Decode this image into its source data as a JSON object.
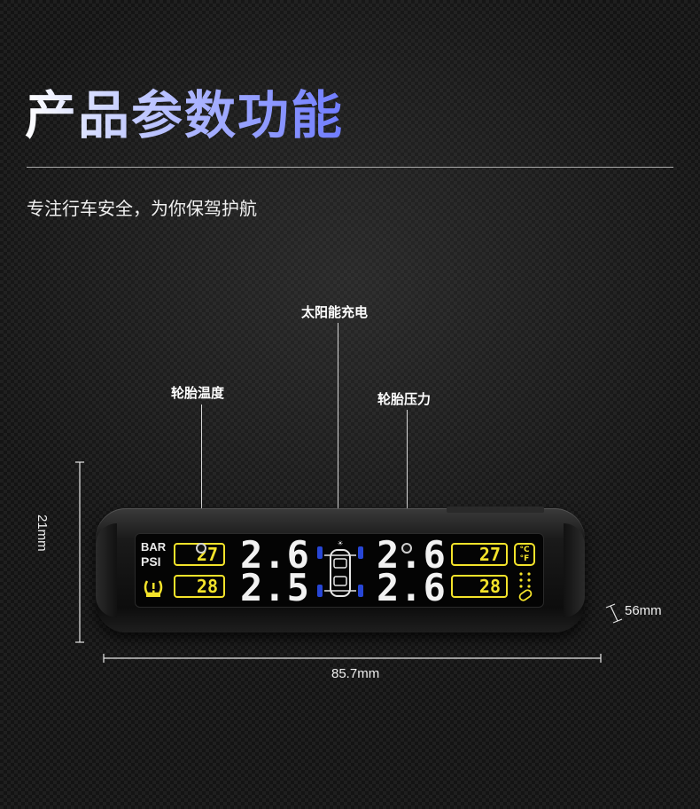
{
  "header": {
    "title": "产品参数功能",
    "subtitle": "专注行车安全，为你保驾护航"
  },
  "callouts": {
    "solar": "太阳能充电",
    "temperature": "轮胎温度",
    "pressure": "轮胎压力"
  },
  "dimensions": {
    "height": "21mm",
    "width": "85.7mm",
    "depth": "56mm"
  },
  "display": {
    "units": [
      "BAR",
      "PSI"
    ],
    "temperature_unit": "°C\n°F",
    "front_left_temp": "27",
    "rear_left_temp": "28",
    "front_right_temp": "27",
    "rear_right_temp": "28",
    "front_left_pressure": "2.6",
    "rear_left_pressure": "2.5",
    "front_right_pressure": "2.6",
    "rear_right_pressure": "2.6"
  },
  "colors": {
    "accent_yellow": "#f4e32a",
    "tire_blue": "#2746d6",
    "title_gradient_end": "#6f7cff"
  }
}
